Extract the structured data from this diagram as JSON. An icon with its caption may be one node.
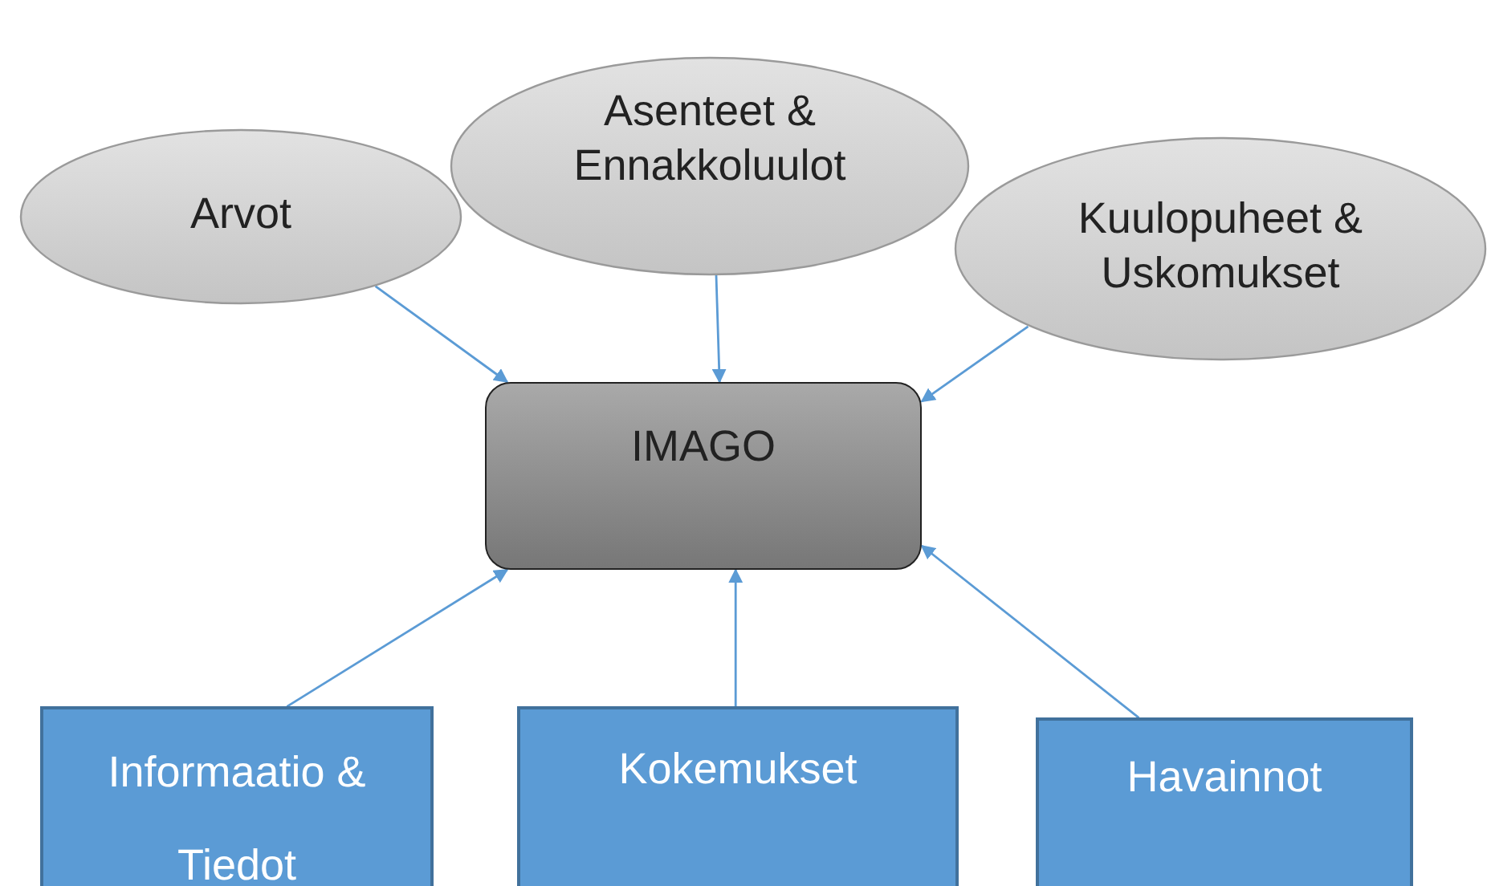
{
  "diagram": {
    "nodes": [
      {
        "text": [
          "Arvot"
        ]
      },
      {
        "text": [
          "Asenteet & Ennakkoluulot"
        ]
      },
      {
        "text": [
          "Kuulopuheet & Uskomukset"
        ]
      },
      {
        "text": [
          "IMAGO"
        ]
      },
      {
        "text": [
          "Informaatio & Tiedot"
        ]
      },
      {
        "text": [
          "Kokemukset"
        ]
      },
      {
        "text": [
          "Havainnot"
        ]
      }
    ],
    "edges": [
      {
        "from": 0,
        "to": 3,
        "arrow": "to"
      },
      {
        "from": 1,
        "to": 3,
        "arrow": "to"
      },
      {
        "from": 2,
        "to": 3,
        "arrow": "to"
      },
      {
        "from": 4,
        "to": 3,
        "arrow": "to"
      },
      {
        "from": 5,
        "to": 3,
        "arrow": "to"
      },
      {
        "from": 6,
        "to": 3,
        "arrow": "to"
      }
    ]
  }
}
